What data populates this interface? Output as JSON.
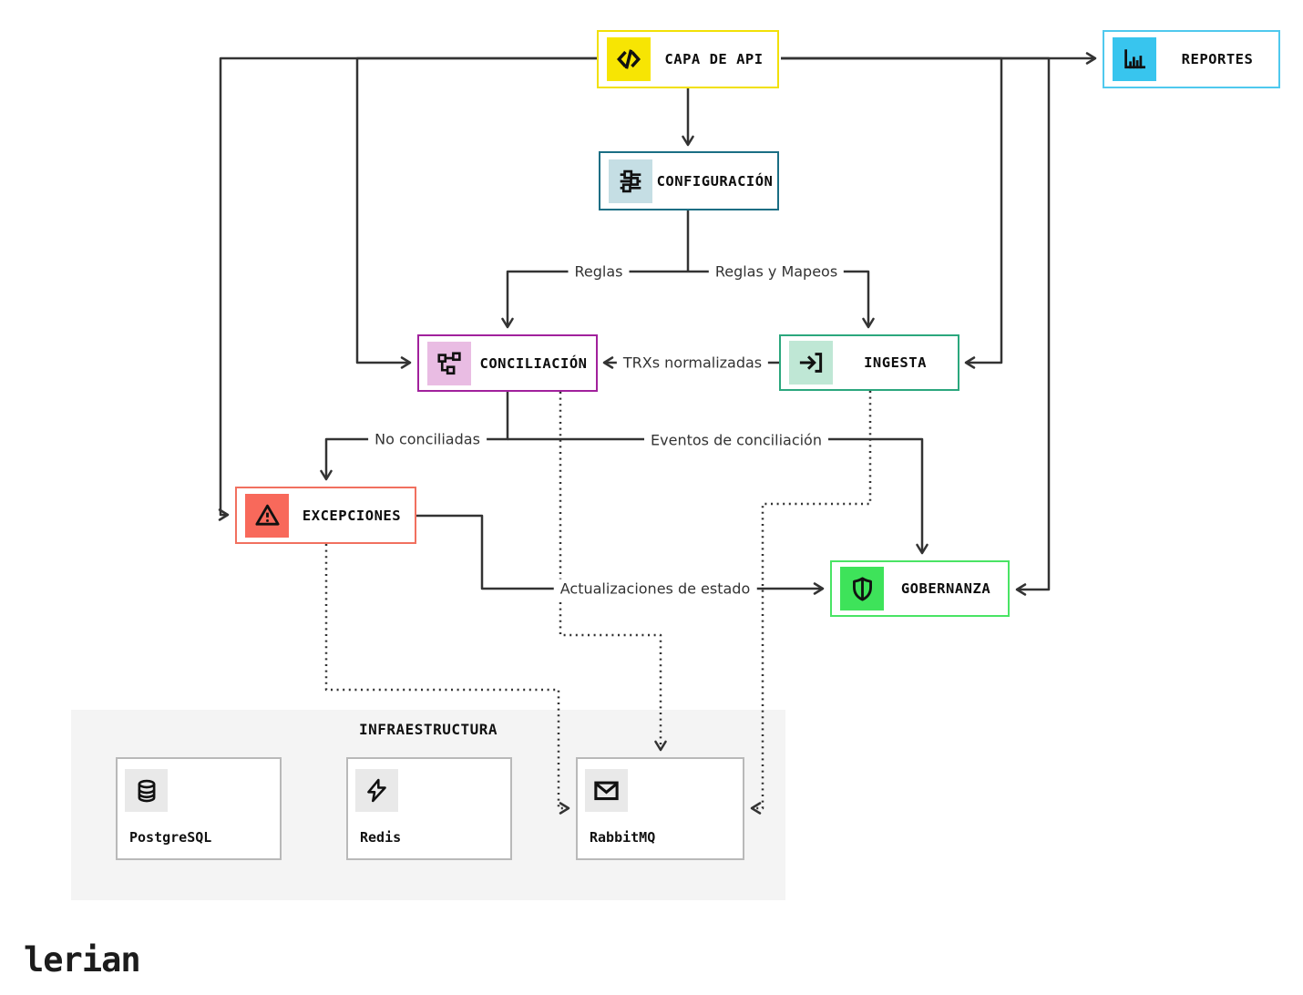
{
  "brand": "lerian",
  "colors": {
    "edge": "#333333",
    "infra_background": "#F4F4F4",
    "infra_card_border": "#B9B9B9",
    "infra_icon_background": "#E9E9E9"
  },
  "nodes": {
    "api": {
      "label": "CAPA DE API",
      "icon": "code-icon",
      "border": "#F2E006",
      "icon_bg": "#F7E503"
    },
    "configuracion": {
      "label": "CONFIGURACIÓN",
      "icon": "sliders-icon",
      "border": "#1A6E84",
      "icon_bg": "#C5DEE4"
    },
    "reportes": {
      "label": "REPORTES",
      "icon": "bar-chart-icon",
      "border": "#4FC9EE",
      "icon_bg": "#38C5EE"
    },
    "conciliacion": {
      "label": "CONCILIACIÓN",
      "icon": "network-icon",
      "border": "#A1219C",
      "icon_bg": "#E9BCE3"
    },
    "ingesta": {
      "label": "INGESTA",
      "icon": "ingest-icon",
      "border": "#2BA77D",
      "icon_bg": "#BFE7D5"
    },
    "excepciones": {
      "label": "EXCEPCIONES",
      "icon": "warning-icon",
      "border": "#F1705F",
      "icon_bg": "#F8695B"
    },
    "gobernanza": {
      "label": "GOBERNANZA",
      "icon": "shield-icon",
      "border": "#49E464",
      "icon_bg": "#3EE35A"
    }
  },
  "edge_labels": {
    "reglas": "Reglas",
    "reglas_y_mapeos": "Reglas y Mapeos",
    "trxs_normalizadas": "TRXs normalizadas",
    "no_conciliadas": "No conciliadas",
    "eventos_de_conciliacion": "Eventos de conciliación",
    "actualizaciones_de_estado": "Actualizaciones de estado"
  },
  "infrastructure": {
    "title": "INFRAESTRUCTURA",
    "items": [
      {
        "label": "PostgreSQL",
        "icon": "database-icon"
      },
      {
        "label": "Redis",
        "icon": "lightning-icon"
      },
      {
        "label": "RabbitMQ",
        "icon": "envelope-icon"
      }
    ]
  }
}
